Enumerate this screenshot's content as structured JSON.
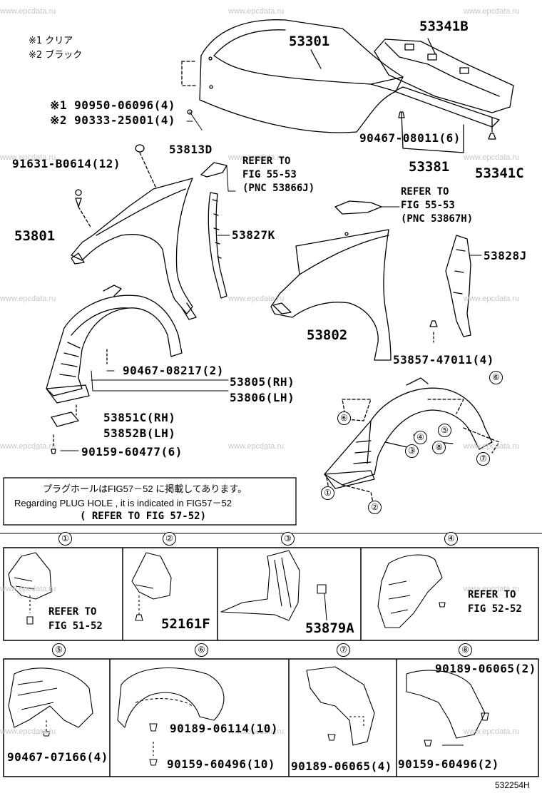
{
  "watermark": "www.epcdata.ru",
  "legend": {
    "mark1": "※1 クリア",
    "mark2": "※2 ブラック"
  },
  "parts": {
    "p53301": "53301",
    "p53341b": "53341B",
    "p90950": "※1 90950-06096(4)",
    "p90333": "※2 90333-25001(4)",
    "p90467_08011": "90467-08011(6)",
    "p53381": "53381",
    "p53341c": "53341C",
    "p53813d": "53813D",
    "p91631": "91631-B0614(12)",
    "p53801": "53801",
    "p53827k": "53827K",
    "p53828j": "53828J",
    "p53802": "53802",
    "p53857": "53857-47011(4)",
    "p90467_08217": "90467-08217(2)",
    "p53805": "53805(RH)",
    "p53806": "53806(LH)",
    "p53851c": "53851C(RH)",
    "p53852b": "53852B(LH)",
    "p90159_60477": "90159-60477(6)",
    "p52161f": "52161F",
    "p53879a": "53879A",
    "p90467_07166": "90467-07166(4)",
    "p90189_06114": "90189-06114(10)",
    "p90159_60496_10": "90159-60496(10)",
    "p90189_06065_4": "90189-06065(4)",
    "p90189_06065_2": "90189-06065(2)",
    "p90159_60496_2": "90159-60496(2)"
  },
  "refs": {
    "ref_55_53_a": {
      "line1": "REFER TO",
      "line2": "FIG 55-53",
      "line3": "(PNC 53866J)"
    },
    "ref_55_53_b": {
      "line1": "REFER TO",
      "line2": "FIG 55-53",
      "line3": "(PNC 53867H)"
    },
    "ref_51_52": {
      "line1": "REFER TO",
      "line2": "FIG 51-52"
    },
    "ref_52_52": {
      "line1": "REFER TO",
      "line2": "FIG 52-52"
    }
  },
  "notice": {
    "jp": "プラグホールはFIG57－52 に掲載してあります。",
    "en": "Regarding PLUG HOLE , it is indicated in FIG57－52",
    "ref": "(   REFER TO FIG 57-52)"
  },
  "callouts": [
    "①",
    "②",
    "③",
    "④",
    "⑤",
    "⑥",
    "⑦",
    "⑧"
  ],
  "corner_code": "532254H"
}
